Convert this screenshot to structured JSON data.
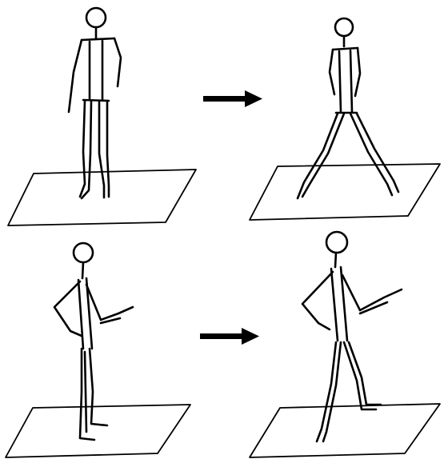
{
  "figure": {
    "panels": [
      {
        "id": "standing-front",
        "pose": "standing"
      },
      {
        "id": "walking-front",
        "pose": "walking"
      },
      {
        "id": "standing-side",
        "pose": "standing"
      },
      {
        "id": "walking-side",
        "pose": "walking"
      }
    ],
    "arrows": [
      {
        "id": "top-arrow",
        "from": "standing-front",
        "to": "walking-front"
      },
      {
        "id": "bottom-arrow",
        "from": "standing-side",
        "to": "walking-side"
      }
    ],
    "ink_color": "#000000",
    "background_color": "#ffffff"
  }
}
